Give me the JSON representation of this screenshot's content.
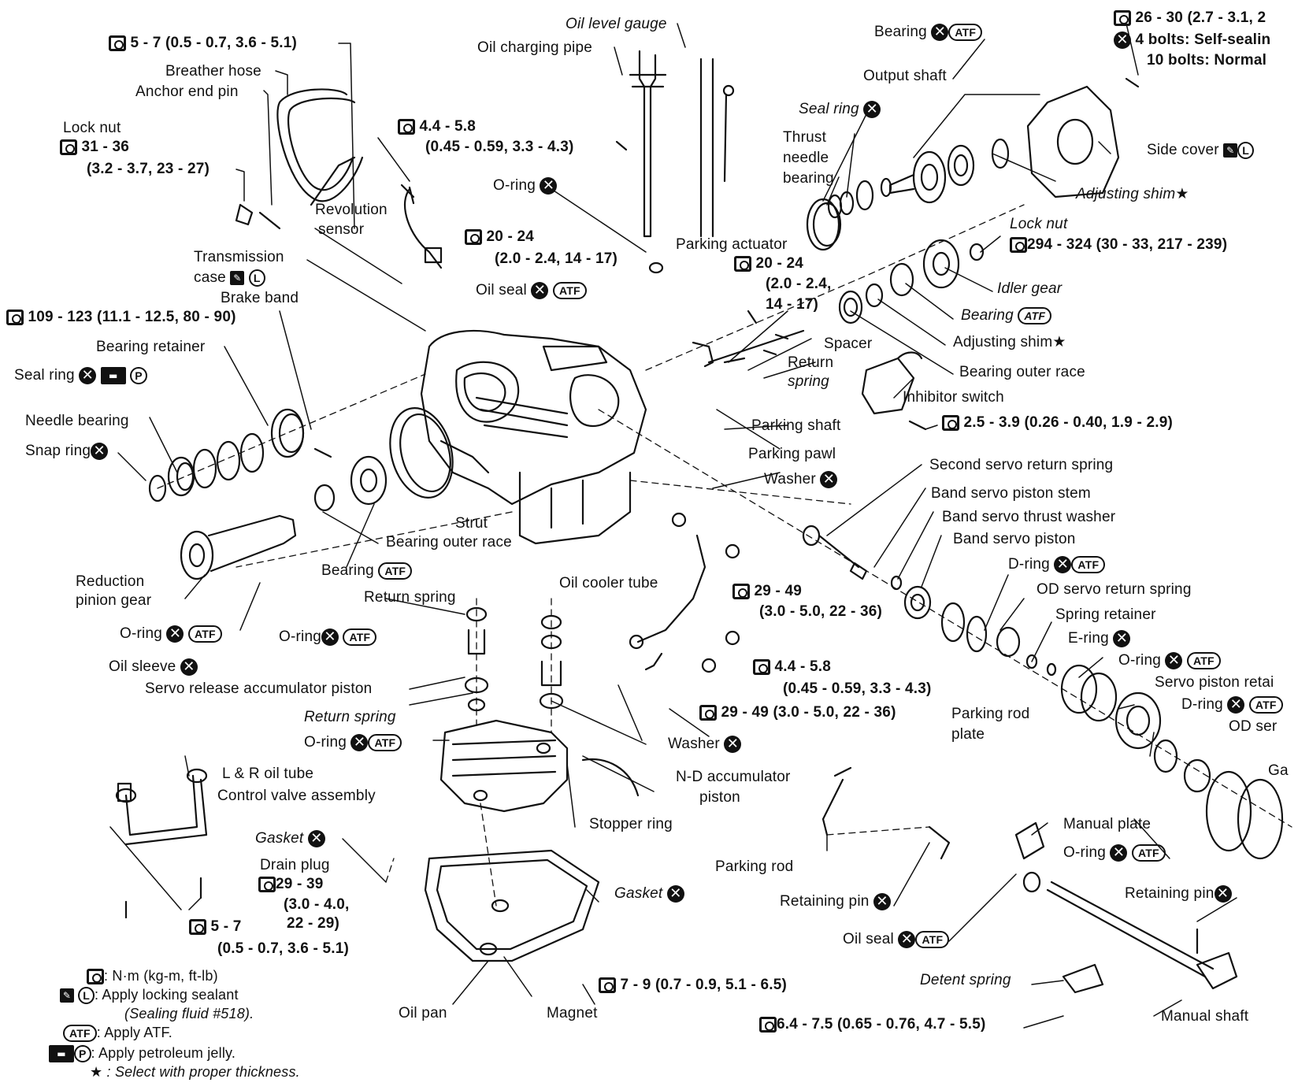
{
  "labels": {
    "torque_5_7_top": "5 - 7 (0.5 - 0.7, 3.6 - 5.1)",
    "breather_hose": "Breather hose",
    "anchor_end_pin": "Anchor end pin",
    "lock_nut_left": "Lock nut",
    "torque_31_36": "31 - 36",
    "torque_31_36_sub": "(3.2 - 3.7, 23 - 27)",
    "torque_44_58_top": "4.4 - 5.8",
    "torque_44_58_top_sub": "(0.45 - 0.59, 3.3 - 4.3)",
    "oil_level_gauge": "Oil level gauge",
    "oil_charging_pipe": "Oil charging pipe",
    "o_ring_top": "O-ring",
    "revolution_sensor_1": "Revolution",
    "revolution_sensor_2": "sensor",
    "torque_20_24_a": "20 - 24",
    "torque_20_24_a_sub": "(2.0 - 2.4, 14 - 17)",
    "transmission_case_1": "Transmission",
    "transmission_case_2": "case",
    "brake_band": "Brake band",
    "oil_seal_top": "Oil seal",
    "torque_109_123": "109 - 123 (11.1 - 12.5, 80 - 90)",
    "bearing_retainer": "Bearing retainer",
    "seal_ring_left": "Seal ring",
    "needle_bearing": "Needle bearing",
    "snap_ring": "Snap ring",
    "strut": "Strut",
    "bearing_outer_race_left": "Bearing outer race",
    "reduction_pinion_gear_1": "Reduction",
    "reduction_pinion_gear_2": "pinion gear",
    "bearing_atf_mid": "Bearing",
    "o_ring_left": "O-ring",
    "return_spring_mid": "Return spring",
    "o_ring_mid": "O-ring",
    "oil_sleeve": "Oil sleeve",
    "servo_release_accumulator_piston": "Servo release accumulator piston",
    "return_spring_lower": "Return spring",
    "o_ring_lower": "O-ring",
    "l_r_oil_tube": "L & R oil tube",
    "control_valve_assembly": "Control valve assembly",
    "gasket_left": "Gasket",
    "drain_plug": "Drain plug",
    "torque_29_39": "29 - 39",
    "torque_29_39_sub1": "(3.0 - 4.0,",
    "torque_29_39_sub2": "22 - 29)",
    "torque_5_7_bottom": "5 - 7",
    "torque_5_7_bottom_sub": "(0.5 - 0.7, 3.6 - 5.1)",
    "oil_pan": "Oil pan",
    "magnet": "Magnet",
    "gasket_right": "Gasket",
    "torque_7_9": "7 - 9 (0.7 - 0.9, 5.1 - 6.5)",
    "stopper_ring": "Stopper ring",
    "no_accumulator_piston_1": "N-D accumulator",
    "no_accumulator_piston_2": "piston",
    "washer_lower": "Washer",
    "oil_cooler_tube": "Oil cooler tube",
    "torque_29_49_a": "29 - 49",
    "torque_29_49_a_sub": "(3.0 - 5.0, 22 - 36)",
    "torque_44_58_mid": "4.4 - 5.8",
    "torque_44_58_mid_sub": "(0.45 - 0.59, 3.3 - 4.3)",
    "torque_29_49_b": "29 - 49 (3.0 - 5.0, 22 - 36)",
    "parking_rod_plate_1": "Parking rod",
    "parking_rod_plate_2": "plate",
    "parking_rod": "Parking rod",
    "retaining_pin_left": "Retaining pin",
    "oil_seal_bottom": "Oil seal",
    "detent_spring": "Detent spring",
    "torque_64_75": "6.4 - 7.5 (0.65 - 0.76, 4.7 - 5.5)",
    "manual_shaft": "Manual shaft",
    "retaining_pin_right": "Retaining pin",
    "manual_plate": "Manual plate",
    "o_ring_right_lower": "O-ring",
    "parking_actuator": "Parking actuator",
    "torque_20_24_b": "20 - 24",
    "torque_20_24_b_sub1": "(2.0 - 2.4,",
    "torque_20_24_b_sub2": "14 - 17)",
    "spacer": "Spacer",
    "return_spring_right_1": "Return",
    "return_spring_right_2": "spring",
    "parking_shaft": "Parking shaft",
    "parking_pawl": "Parking pawl",
    "washer_mid": "Washer",
    "inhibitor_switch": "Inhibitor switch",
    "torque_25_39": "2.5 - 3.9 (0.26 - 0.40, 1.9 - 2.9)",
    "second_servo_return_spring": "Second servo return spring",
    "band_servo_piston_stem": "Band servo piston stem",
    "band_servo_thrust_washer": "Band servo thrust washer",
    "band_servo_piston": "Band servo piston",
    "d_ring_1": "D-ring",
    "od_servo_return_spring": "OD servo return spring",
    "spring_retainer": "Spring retainer",
    "e_ring": "E-ring",
    "o_ring_right": "O-ring",
    "servo_piston_retainer": "Servo piston retai",
    "d_ring_2": "D-ring",
    "od_servo_cut": "OD ser",
    "ga_cut": "Ga",
    "bearing_top": "Bearing",
    "output_shaft": "Output shaft",
    "seal_ring_top": "Seal ring",
    "thrust_needle_bearing_1": "Thrust",
    "thrust_needle_bearing_2": "needle",
    "thrust_needle_bearing_3": "bearing",
    "torque_26_30": "26 - 30 (2.7 - 3.1, 2",
    "bolts_self_sealing": "4 bolts: Self-sealin",
    "bolts_normal": "10 bolts: Normal",
    "side_cover": "Side cover",
    "adjusting_shim_top": "Adjusting shim",
    "lock_nut_right": "Lock nut",
    "torque_294_324": "294 - 324 (30 - 33, 217 - 239)",
    "idler_gear": "Idler gear",
    "bearing_right": "Bearing",
    "adjusting_shim_mid": "Adjusting shim",
    "bearing_outer_race_right": "Bearing outer race"
  },
  "symbols": {
    "atf": "ATF",
    "l": "L",
    "p": "P",
    "x": "✕",
    "star": "★"
  },
  "legend": {
    "torque_units": ": N·m (kg-m, ft-lb)",
    "locking_sealant_1": ": Apply locking sealant",
    "locking_sealant_2": "(Sealing fluid #518).",
    "atf": ": Apply ATF.",
    "petroleum": ": Apply petroleum jelly.",
    "select": ": Select with proper thickness."
  }
}
